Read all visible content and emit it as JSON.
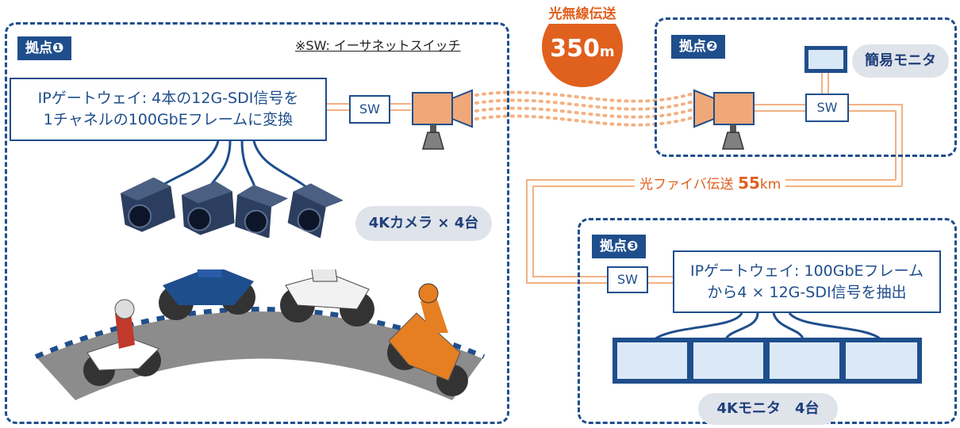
{
  "wireless": {
    "title": "光無線伝送",
    "distance": "350",
    "unit": "m"
  },
  "site1": {
    "label": "拠点❶",
    "sw_note": "※SW: イーサネットスイッチ",
    "gateway_line1": "IPゲートウェイ: 4本の12G-SDI信号を",
    "gateway_line2": "1チャネルの100GbEフレームに変換",
    "sw": "SW",
    "cameras_caption": "4Kカメラ × 4台"
  },
  "site2": {
    "label": "拠点❷",
    "sw": "SW",
    "monitor_caption": "簡易モニタ"
  },
  "fiber": {
    "label": "光ファイバ伝送",
    "distance": "55",
    "unit": "km"
  },
  "site3": {
    "label": "拠点❸",
    "sw": "SW",
    "gateway_line1": "IPゲートウェイ: 100GbEフレーム",
    "gateway_line2": "から4 × 12G-SDI信号を抽出",
    "monitors_caption": "4Kモニタ　4台"
  },
  "colors": {
    "navy": "#1f4e8c",
    "orange": "#e0601e",
    "fiber": "#f4b183",
    "camera": "#f0a878",
    "track": "#8c8c8c"
  }
}
